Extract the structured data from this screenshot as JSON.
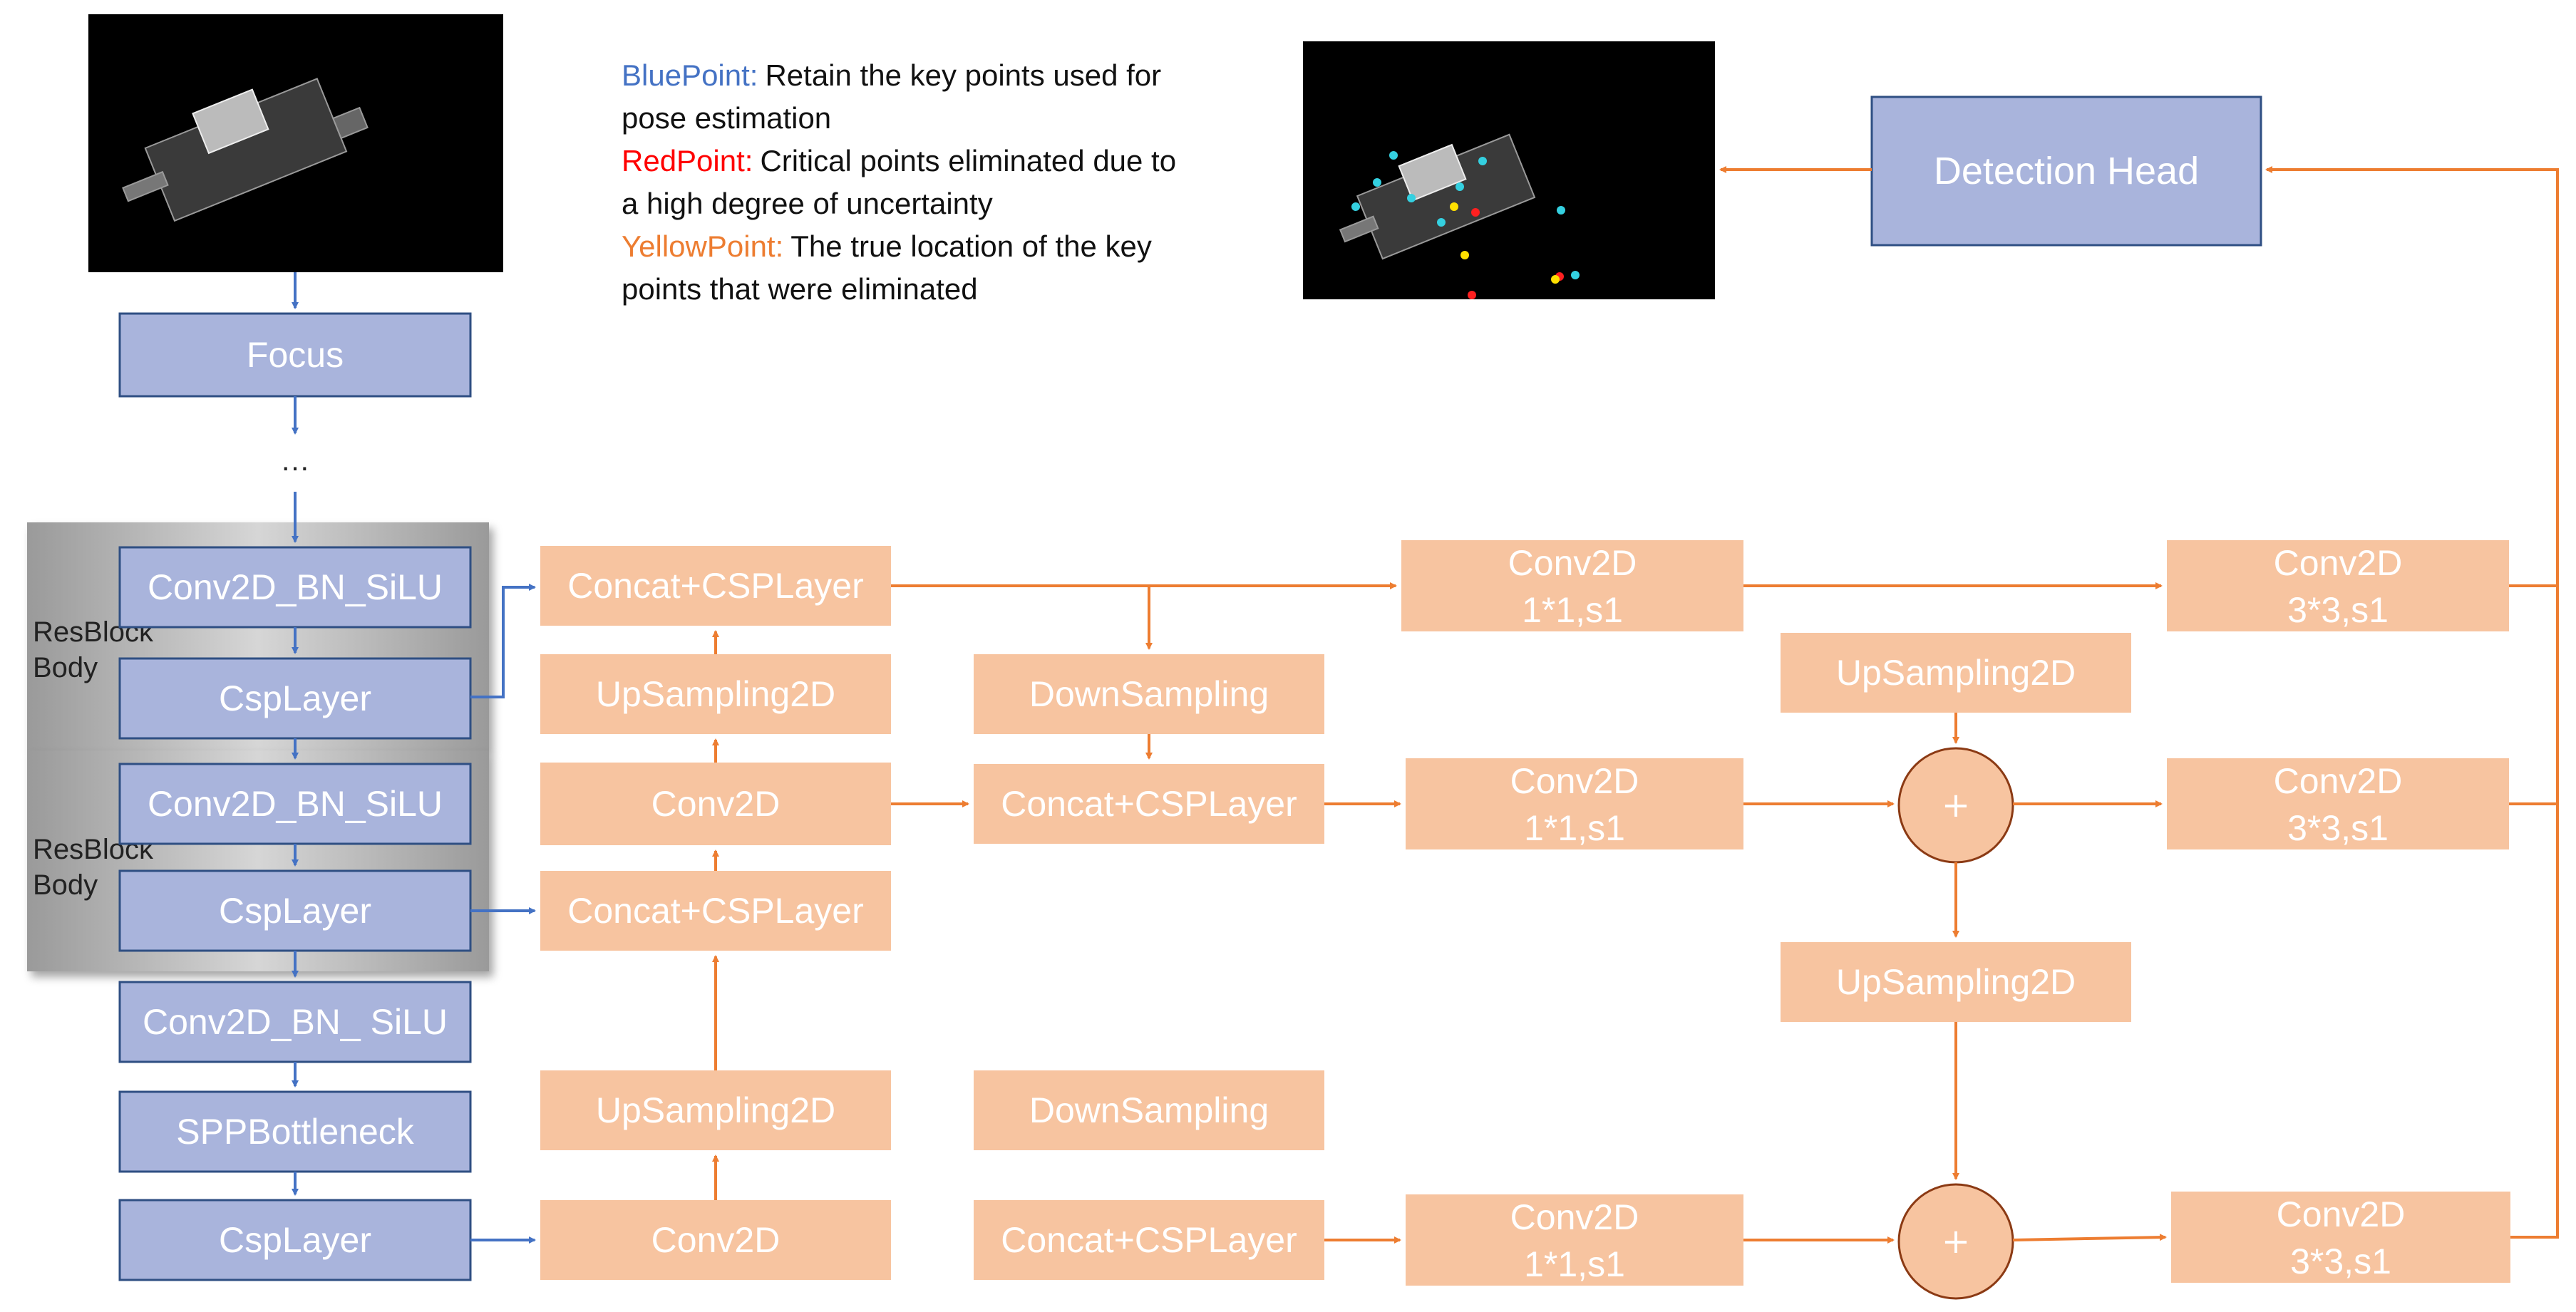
{
  "colors": {
    "backbone": "#a9b4dc",
    "neck": "#f7c4a0",
    "blue_arrow": "#4472c4",
    "orange_arrow": "#ed7d31",
    "blue_point": "#4472c4",
    "red_point": "#ff0000",
    "yellow_point": "#ed7d31"
  },
  "legend": {
    "blue_label": "BluePoint:",
    "blue_text_1": "Retain the key points used for",
    "blue_text_2": "pose estimation",
    "red_label": "RedPoint:",
    "red_text_1": "Critical points eliminated due to",
    "red_text_2": "a high degree of uncertainty",
    "yellow_label": "YellowPoint:",
    "yellow_text_1": "The true location of the key",
    "yellow_text_2": "points that were eliminated"
  },
  "backbone": {
    "focus": "Focus",
    "ellipsis": "…",
    "conv_bn_silu_1": "Conv2D_BN_SiLU",
    "csp_1": "CspLayer",
    "conv_bn_silu_2": "Conv2D_BN_SiLU",
    "csp_2": "CspLayer",
    "conv_bn_silu_3": "Conv2D_BN_ SiLU",
    "spp": "SPPBottleneck",
    "csp_3": "CspLayer",
    "resblock_1_line1": "ResBlock",
    "resblock_1_line2": "Body",
    "resblock_2_line1": "ResBlock",
    "resblock_2_line2": "Body"
  },
  "neck": {
    "concat_csp_top": "Concat+CSPLayer",
    "upsampling_1": "UpSampling2D",
    "conv2d_mid": "Conv2D",
    "concat_csp_mid": "Concat+CSPLayer",
    "upsampling_2": "UpSampling2D",
    "conv2d_bottom": "Conv2D",
    "downsampling_1": "DownSampling",
    "concat_csp_right": "Concat+CSPLayer",
    "downsampling_2": "DownSampling",
    "concat_csp_bottom": "Concat+CSPLayer",
    "conv_1x1_top_l1": "Conv2D",
    "conv_1x1_top_l2": "1*1,s1",
    "conv_1x1_mid_l1": "Conv2D",
    "conv_1x1_mid_l2": "1*1,s1",
    "conv_1x1_bot_l1": "Conv2D",
    "conv_1x1_bot_l2": "1*1,s1",
    "upsampling_3": "UpSampling2D",
    "upsampling_4": "UpSampling2D",
    "plus_1": "+",
    "plus_2": "+",
    "conv_3x3_top_l1": "Conv2D",
    "conv_3x3_top_l2": "3*3,s1",
    "conv_3x3_mid_l1": "Conv2D",
    "conv_3x3_mid_l2": "3*3,s1",
    "conv_3x3_bot_l1": "Conv2D",
    "conv_3x3_bot_l2": "3*3,s1"
  },
  "head": {
    "detection_head": "Detection Head"
  }
}
